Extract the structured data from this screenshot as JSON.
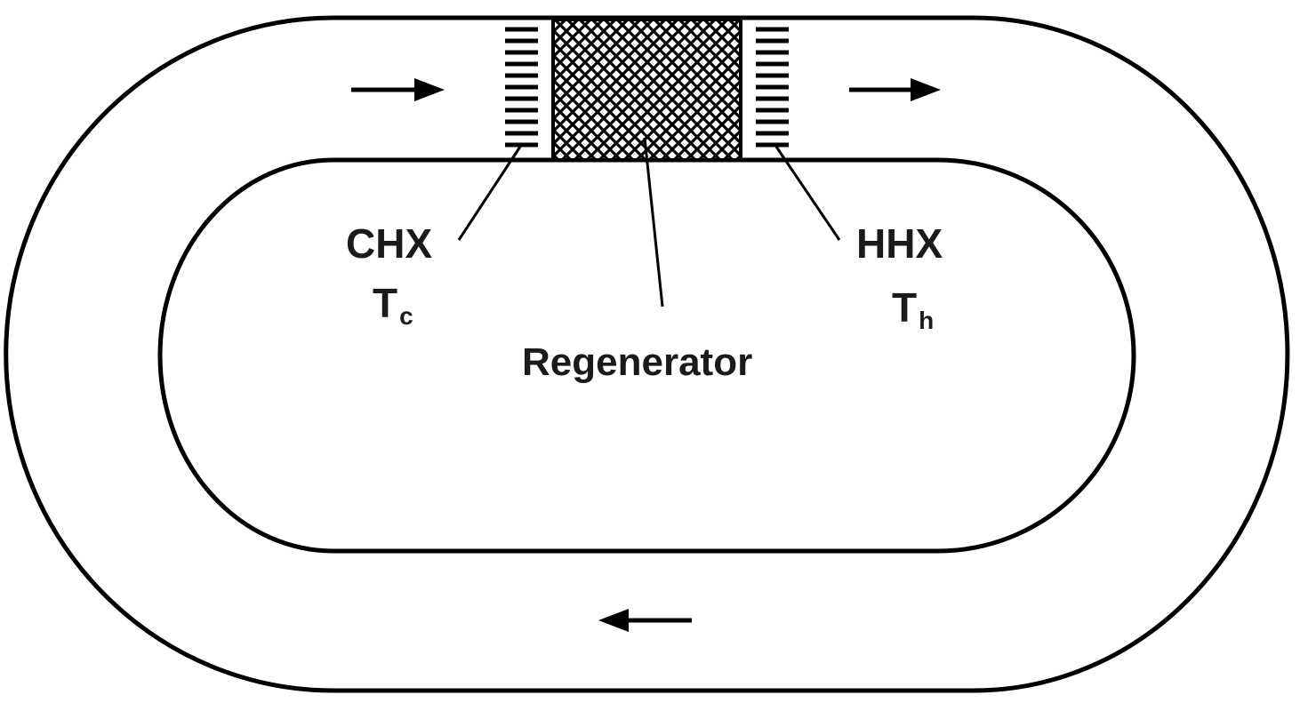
{
  "diagram": {
    "labels": {
      "cold_hx": "CHX",
      "cold_temp_base": "T",
      "cold_temp_sub": "c",
      "hot_hx": "HHX",
      "hot_temp_base": "T",
      "hot_temp_sub": "h",
      "regenerator": "Regenerator"
    },
    "flow_directions": {
      "top_left_arrow": "right",
      "top_right_arrow": "right",
      "bottom_arrow": "left"
    },
    "colors": {
      "stroke": "#000000",
      "background": "#ffffff"
    }
  }
}
